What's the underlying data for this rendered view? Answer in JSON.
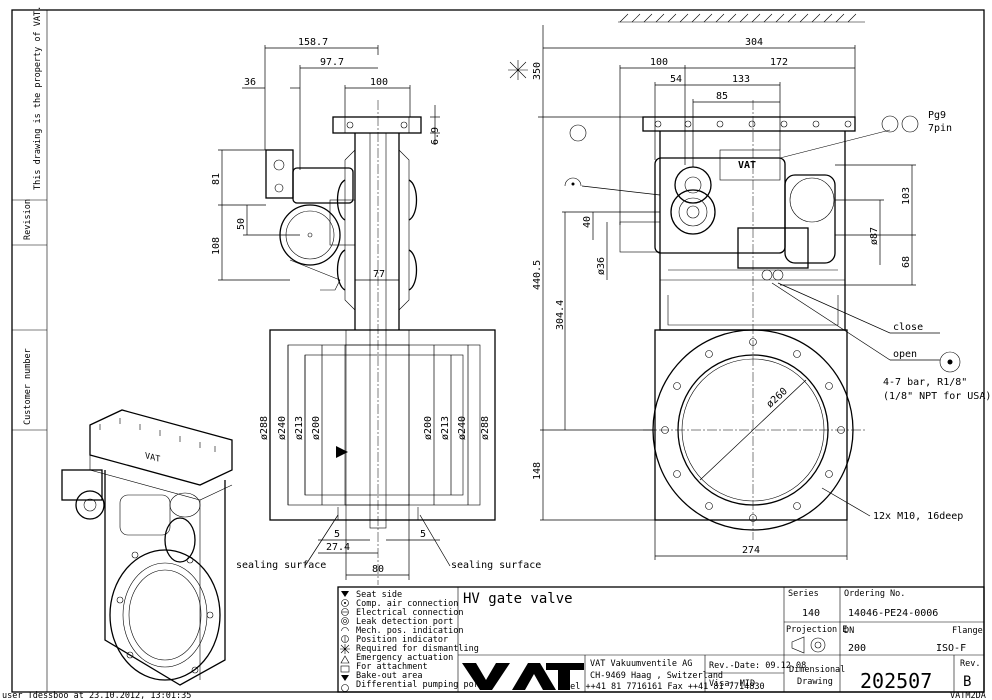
{
  "left_strip": {
    "property": "This drawing is the property of VAT.",
    "revision": "Revision",
    "customer": "Customer number"
  },
  "side_view": {
    "dims_top": [
      "158.7",
      "97.7",
      "100",
      "36"
    ],
    "dim_69": "6.9",
    "dims_left": [
      "81",
      "108",
      "50"
    ],
    "dim_77": "77",
    "bore_left": [
      "ø288",
      "ø240",
      "ø213",
      "ø200"
    ],
    "bore_right": [
      "ø200",
      "ø213",
      "ø240",
      "ø288"
    ],
    "dim_5a": "5",
    "dim_5b": "5",
    "dim_274s": "27.4",
    "dim_80": "80",
    "sealing_left": "sealing surface",
    "sealing_right": "sealing surface"
  },
  "front_view": {
    "dims_top": [
      "304",
      "100",
      "172",
      "54",
      "133",
      "85"
    ],
    "dim_350": "350",
    "dim_4405": "440.5",
    "dim_3044": "304.4",
    "dim_148": "148",
    "dim_40": "40",
    "dim_36": "ø36",
    "dim_87": "ø87",
    "dim_103": "103",
    "dim_68": "68",
    "dim_260": "ø260",
    "dim_274": "274",
    "pg9": "Pg9",
    "pin": "7pin",
    "close": "close",
    "open": "open",
    "air1": "4-7 bar, R1/8\"",
    "air2": "(1/8\" NPT for USA)",
    "bolts": "12x M10, 16deep"
  },
  "legend": [
    "Seat side",
    "Comp. air connection",
    "Electrical connection",
    "Leak detection port",
    "Mech. pos. indication",
    "Position indicator",
    "Required for dismantling",
    "Emergency actuation",
    "For attachment",
    "Bake-out area",
    "Differential pumping port"
  ],
  "title_block": {
    "title": "HV gate valve",
    "company": "VAT Vakuumventile AG",
    "address": "CH-9469 Haag , Switzerland",
    "phone": "Tel ++41 81 7716161 Fax ++41 81 7714830",
    "rev_date": "Rev.-Date: 09.12.08",
    "visa": "Visa: MID",
    "series_label": "Series",
    "series": "140",
    "ordering_label": "Ordering No.",
    "ordering": "14046-PE24-0006",
    "projection_label": "Projection E",
    "dn_label": "DN",
    "dn": "200",
    "flange_label": "Flange",
    "flange": "ISO-F",
    "dimensional": "Dimensional",
    "drawing": "Drawing",
    "drawing_no": "202507",
    "rev_label": "Rev.",
    "rev": "B",
    "logo": "VAT"
  },
  "footer": {
    "user": "user Tdessboo at 23.10.2012, 13:01:35",
    "code": "VATM2DA"
  }
}
